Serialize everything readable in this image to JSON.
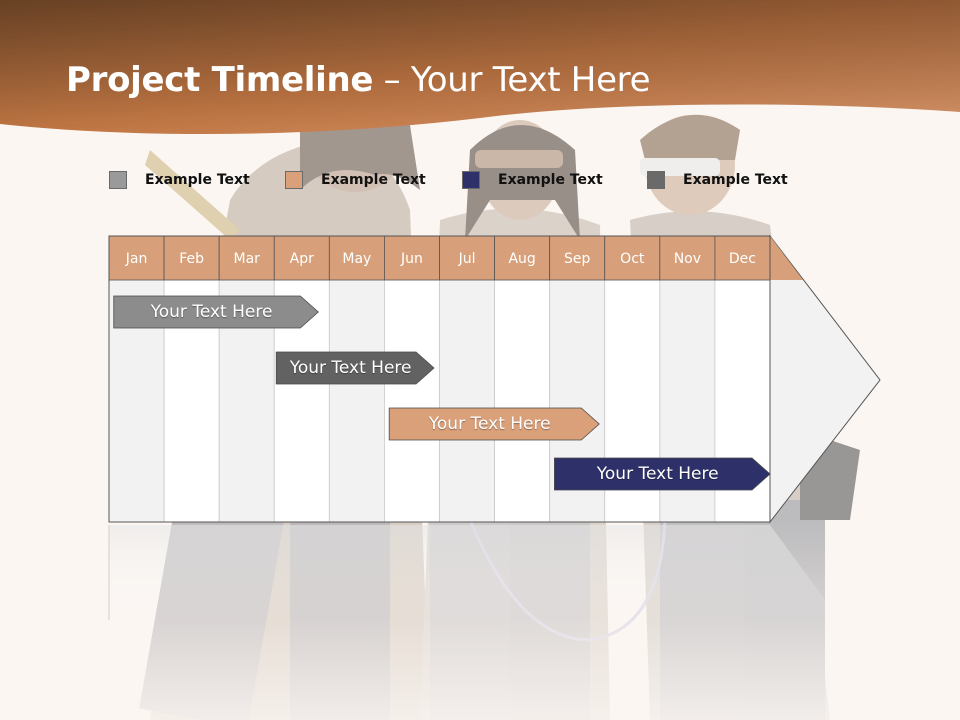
{
  "slide": {
    "title_bold": "Project Timeline",
    "title_rest": " – Your Text Here"
  },
  "colors": {
    "header_dark": "#8a5630",
    "header_light": "#d08a55",
    "month_fill": "#d8a07a",
    "grid_light": "#f2f2f2",
    "grid_white": "#ffffff",
    "bar_gray": "#8c8c8c",
    "bar_dark_gray": "#626262",
    "bar_tan": "#d9a07a",
    "bar_navy": "#2e3169"
  },
  "legend": [
    {
      "label": "Example Text",
      "color": "#9a9a9a"
    },
    {
      "label": "Example Text",
      "color": "#d9a07a"
    },
    {
      "label": "Example Text",
      "color": "#2e3169"
    },
    {
      "label": "Example Text",
      "color": "#6a6a6a"
    }
  ],
  "timeline": {
    "months": [
      "Jan",
      "Feb",
      "Mar",
      "Apr",
      "May",
      "Jun",
      "Jul",
      "Aug",
      "Sep",
      "Oct",
      "Nov",
      "Dec"
    ],
    "bars": [
      {
        "label": "Your  Text Here",
        "start_month": 0.05,
        "end_month": 3.8,
        "color": "#8c8c8c"
      },
      {
        "label": "Your  Text Here",
        "start_month": 3.0,
        "end_month": 5.9,
        "color": "#626262"
      },
      {
        "label": "Your  Text Here",
        "start_month": 5.05,
        "end_month": 8.9,
        "color": "#d9a07a"
      },
      {
        "label": "Your  Text Here",
        "start_month": 8.05,
        "end_month": 12.0,
        "color": "#2e3169"
      }
    ]
  }
}
